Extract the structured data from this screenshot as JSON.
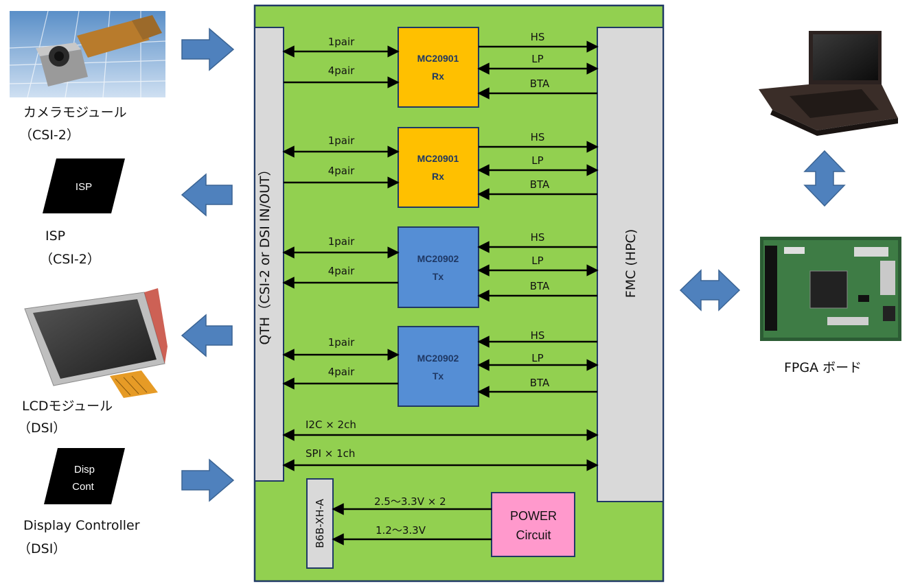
{
  "devices": {
    "camera": {
      "name": "カメラモジュール",
      "sub": "（CSI-2）"
    },
    "isp": {
      "tile": "ISP",
      "name": "ISP",
      "sub": "（CSI-2）"
    },
    "lcd": {
      "name": "LCDモジュール",
      "sub": "（DSI）"
    },
    "disp": {
      "tile_line1": "Disp",
      "tile_line2": "Cont",
      "name": "Display Controller",
      "sub": "（DSI）"
    },
    "fpga": {
      "name": "FPGA ボード"
    }
  },
  "board": {
    "qth_label": "QTH（CSI-2  or DSI  IN/OUT）",
    "fmc_label": "FMC (HPC)",
    "connector_label": "B6B-XH-A",
    "power_line1": "POWER",
    "power_line2": "Circuit",
    "power_rail1": "2.5～3.3V × 2",
    "power_rail2": "1.2～3.3V",
    "bus_i2c": "I2C × 2ch",
    "bus_spi": "SPI × 1ch",
    "chips": [
      {
        "name": "MC20901",
        "dir": "Rx",
        "pair1": "1pair",
        "pair4": "4pair",
        "hs": "HS",
        "lp": "LP",
        "bta": "BTA"
      },
      {
        "name": "MC20901",
        "dir": "Rx",
        "pair1": "1pair",
        "pair4": "4pair",
        "hs": "HS",
        "lp": "LP",
        "bta": "BTA"
      },
      {
        "name": "MC20902",
        "dir": "Tx",
        "pair1": "1pair",
        "pair4": "4pair",
        "hs": "HS",
        "lp": "LP",
        "bta": "BTA"
      },
      {
        "name": "MC20902",
        "dir": "Tx",
        "pair1": "1pair",
        "pair4": "4pair",
        "hs": "HS",
        "lp": "LP",
        "bta": "BTA"
      }
    ]
  },
  "colors": {
    "board_green": "#92d050",
    "rx_chip": "#ffc000",
    "tx_chip": "#558ed5",
    "power_pink": "#ff99cc",
    "arrow_blue": "#4f81bd"
  }
}
